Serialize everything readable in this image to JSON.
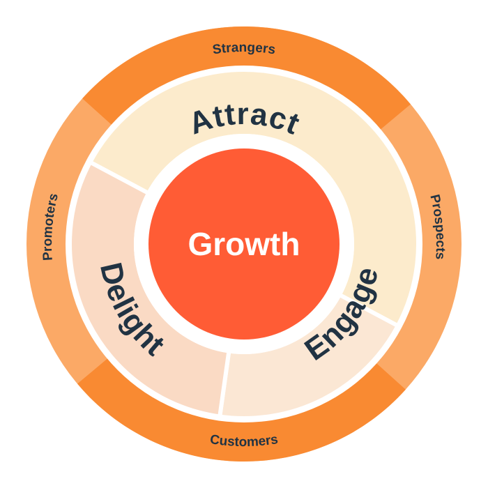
{
  "center": {
    "label": "Growth"
  },
  "stages": {
    "attract": "Attract",
    "engage": "Engage",
    "delight": "Delight"
  },
  "audiences": {
    "top": "Strangers",
    "right": "Prospects",
    "bottom": "Customers",
    "left": "Promoters"
  },
  "colors": {
    "outer_dark": "#F98A32",
    "outer_light": "#FBA966",
    "attract": "#FCEBCC",
    "engage": "#FBE7D4",
    "delight": "#FADAC4",
    "growth": "#FF5C35",
    "text": "#213343"
  }
}
